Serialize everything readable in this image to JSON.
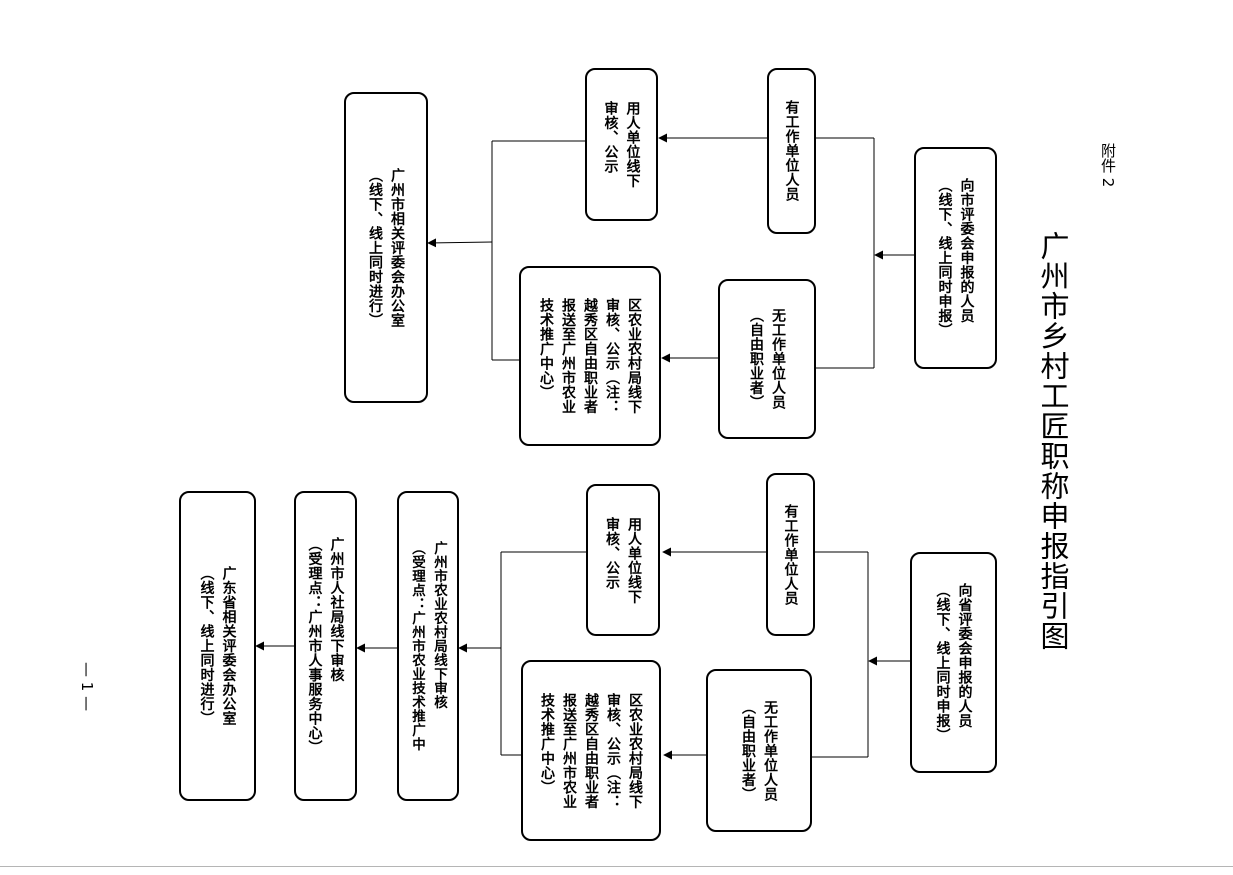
{
  "attachment_label": "附件 2",
  "title": "广州市乡村工匠职称申报指引图",
  "page_number": "— 1 —",
  "city_flow": {
    "apply": [
      "向市评委会申报的人员",
      "（线下、线上同时申报）"
    ],
    "employed": [
      "有工作单位人员"
    ],
    "self_employed": [
      "无工作单位人员",
      "（自由职业者）"
    ],
    "employer_review": [
      "用人单位线下",
      "审核、公示"
    ],
    "district_review": [
      "区农业农村局线下",
      "审核、公示（注：",
      "越秀区自由职业者",
      "报送至广州市农业",
      "技术推广中心）"
    ],
    "city_office": [
      "广州市相关评委会办公室",
      "（线下、线上同时进行）"
    ]
  },
  "province_flow": {
    "apply": [
      "向省评委会申报的人员",
      "（线下、线上同时申报）"
    ],
    "employed": [
      "有工作单位人员"
    ],
    "self_employed": [
      "无工作单位人员",
      "（自由职业者）"
    ],
    "employer_review": [
      "用人单位线下",
      "审核、公示"
    ],
    "district_review": [
      "区农业农村局线下",
      "审核、公示（注：",
      "越秀区自由职业者",
      "报送至广州市农业",
      "技术推广中心）"
    ],
    "agri_bureau": [
      "广州市农业农村局线下审核",
      "（受理点：广州市农业技术推广中"
    ],
    "hr_bureau": [
      "广州市人社局线下审核",
      "（受理点：广州市人事服务中心）"
    ],
    "province_office": [
      "广东省相关评委会办公室",
      "（线下、线上同时进行）"
    ]
  }
}
